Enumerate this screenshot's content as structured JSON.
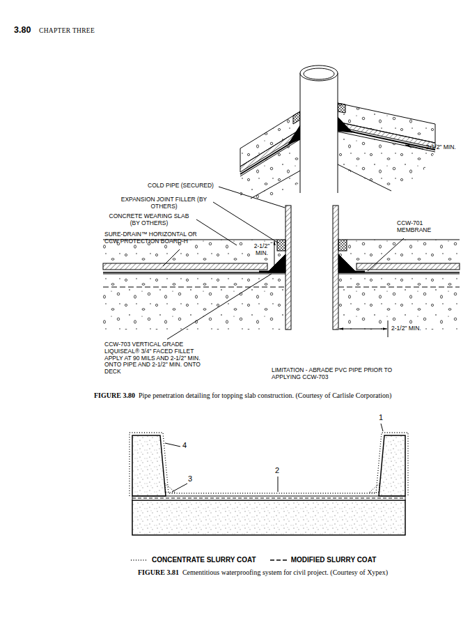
{
  "diagram": {
    "labels": [
      "3.80",
      "CHAPTER THREE",
      "2-1/2\" MIN.",
      "COLD PIPE (SECURED)",
      "EXPANSION JOINT FILLER (BY OTHERS)",
      "CONCRETE WEARING SLAB (BY OTHERS)",
      "SURE-DRAIN™ HORIZONTAL OR CCW PROTECTION BOARD-H",
      "CCW-701 MEMBRANE",
      "2-1/2\" MIN.",
      "2-1/2\" MIN.",
      "CCW-703 VERTICAL GRADE LIQUISEAL® 3/4\" FACED FILLET APPLY AT 90 MILS AND 2-1/2\" MIN. ONTO PIPE AND 2-1/2\" MIN. ONTO DECK",
      "LIMITATION - ABRADE PVC PIPE PRIOR TO APPLYING CCW-703",
      "FIGURE 3.80",
      "Pipe penetration detailing for topping slab construction. (Courtesy of Carlisle Corporation)",
      "1",
      "2",
      "3",
      "4",
      "FIGURE 3.81",
      "Cementitious waterproofing system for civil project. (Courtesy of Xypex)"
    ],
    "legend": [
      {
        "text": "CONCENTRATE SLURRY COAT"
      },
      {
        "text": "MODIFIED SLURRY COAT"
      }
    ]
  }
}
